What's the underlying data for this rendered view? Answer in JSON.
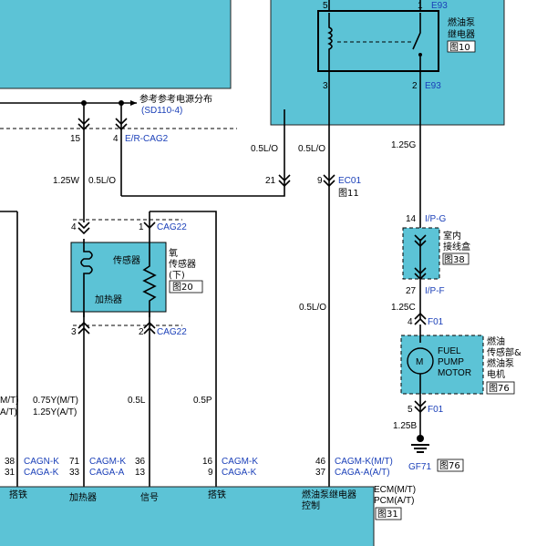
{
  "top_note": {
    "text1": "参考参考电源分布",
    "text2": "(SD110-4)"
  },
  "relay": {
    "name_line1": "燃油泵",
    "name_line2": "继电器",
    "ref": "图10",
    "pin5": "5",
    "pin1": "1",
    "pin3": "3",
    "pin2": "2",
    "conn_top": "E93",
    "conn_bottom": "E93"
  },
  "left_connector": {
    "pin15": "15",
    "pin4": "4",
    "name": "E/R-CAG2"
  },
  "wires": {
    "w_125W": "1.25W",
    "w_05LO_a": "0.5L/O",
    "w_05LO_b": "0.5L/O",
    "w_05LO_c": "0.5L/O",
    "w_125G": "1.25G",
    "w_05LO_d": "0.5L/O",
    "w_125C": "1.25C",
    "w_125B": "1.25B",
    "w_075Y_1": "0.75Y(M/T)",
    "w_075Y_2": "1.25Y(A/T)",
    "w_M_T_left": "M/T)",
    "w_A_T_left": "A/T)",
    "w_05L": "0.5L",
    "w_05P": "0.5P"
  },
  "ec01": {
    "pin21": "21",
    "pin9": "9",
    "name": "EC01",
    "ref": "图11"
  },
  "o2_sensor": {
    "pin4": "4",
    "pin1": "1",
    "conn_top": "CAG22",
    "label_sensor": "传感器",
    "label_heater": "加热器",
    "name_line1": "氧",
    "name_line2": "传感器",
    "name_line3": "(下)",
    "ref": "图20",
    "pin3": "3",
    "pin2": "2",
    "conn_bottom": "CAG22"
  },
  "junction": {
    "pin14": "14",
    "conn_top": "I/P-G",
    "name_line1": "室内",
    "name_line2": "接线盒",
    "ref": "图38",
    "pin27": "27",
    "conn_bottom": "I/P-F"
  },
  "fuel_pump": {
    "pin4": "4",
    "conn_top": "F01",
    "label_line1": "燃油",
    "label_line2": "传感部&",
    "label_line3": "燃油泵",
    "label_line4": "电机",
    "en1": "FUEL",
    "en2": "PUMP",
    "en3": "MOTOR",
    "motor": "M",
    "ref": "图76",
    "pin5": "5",
    "conn_bottom": "F01"
  },
  "ground": {
    "name": "GF71",
    "ref": "图76"
  },
  "ecm": {
    "pins": [
      {
        "a": "38",
        "b": "31",
        "c1": "CAGN-K",
        "c2": "CAGA-K"
      },
      {
        "a": "71",
        "b": "33",
        "c1": "CAGM-K",
        "c2": "CAGA-A"
      },
      {
        "a": "36",
        "b": "13"
      },
      {
        "a": "16",
        "b": "9",
        "c1": "CAGM-K",
        "c2": "CAGA-K"
      },
      {
        "a": "46",
        "b": "37",
        "c1": "CAGM-K(M/T)",
        "c2": "CAGA-A(A/T)"
      }
    ],
    "label_ground1": "搭铁",
    "label_heater": "加热器",
    "label_signal": "信号",
    "label_ground2": "搭铁",
    "label_relay1": "燃油泵继电器",
    "label_relay2": "控制",
    "name1": "ECM(M/T)",
    "name2": "PCM(A/T)",
    "ref": "图31"
  }
}
